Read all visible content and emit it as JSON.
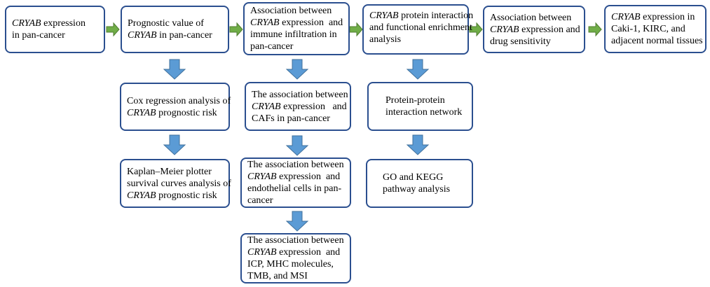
{
  "colors": {
    "box_border": "#2b4f8f",
    "arrow_down": "#5b9bd5",
    "arrow_down_stroke": "#41719c",
    "arrow_right": "#70ad47",
    "arrow_right_stroke": "#507e32"
  },
  "nodes": {
    "expr_pancancer": {
      "lines": [
        [
          {
            "t": "CRYAB",
            "i": true
          },
          {
            "t": " expression"
          }
        ],
        [
          {
            "t": "in pan-cancer"
          }
        ]
      ]
    },
    "prognostic_value": {
      "lines": [
        [
          {
            "t": "Prognostic value of"
          }
        ],
        [
          {
            "t": "CRYAB",
            "i": true
          },
          {
            "t": " in pan-cancer"
          }
        ]
      ]
    },
    "immune_infiltration": {
      "lines": [
        [
          {
            "t": "Association between"
          }
        ],
        [
          {
            "t": "CRYAB",
            "i": true
          },
          {
            "t": " expression  and"
          }
        ],
        [
          {
            "t": "immune infiltration in"
          }
        ],
        [
          {
            "t": "pan-cancer"
          }
        ]
      ]
    },
    "protein_interaction": {
      "lines": [
        [
          {
            "t": "CRYAB",
            "i": true
          },
          {
            "t": " protein interaction"
          }
        ],
        [
          {
            "t": "and functional enrichment"
          }
        ],
        [
          {
            "t": "analysis"
          }
        ]
      ]
    },
    "drug_sensitivity": {
      "lines": [
        [
          {
            "t": "Association between"
          }
        ],
        [
          {
            "t": "CRYAB",
            "i": true
          },
          {
            "t": " expression and"
          }
        ],
        [
          {
            "t": "drug sensitivity"
          }
        ]
      ]
    },
    "caki_kirc": {
      "lines": [
        [
          {
            "t": "CRYAB",
            "i": true
          },
          {
            "t": " expression in"
          }
        ],
        [
          {
            "t": "Caki-1, KIRC, and"
          }
        ],
        [
          {
            "t": "adjacent normal tissues"
          }
        ]
      ]
    },
    "cox_regression": {
      "lines": [
        [
          {
            "t": "Cox regression analysis of"
          }
        ],
        [
          {
            "t": "CRYAB",
            "i": true
          },
          {
            "t": " prognostic risk"
          }
        ]
      ]
    },
    "kaplan_meier": {
      "lines": [
        [
          {
            "t": "Kaplan–Meier plotter"
          }
        ],
        [
          {
            "t": "survival curves analysis of"
          }
        ],
        [
          {
            "t": "CRYAB",
            "i": true
          },
          {
            "t": " prognostic risk"
          }
        ]
      ]
    },
    "cafs": {
      "lines": [
        [
          {
            "t": "The association between"
          }
        ],
        [
          {
            "t": "CRYAB",
            "i": true
          },
          {
            "t": " expression   and"
          }
        ],
        [
          {
            "t": "CAFs in pan-cancer"
          }
        ]
      ]
    },
    "endothelial": {
      "lines": [
        [
          {
            "t": "The association between"
          }
        ],
        [
          {
            "t": "CRYAB",
            "i": true
          },
          {
            "t": " expression  and"
          }
        ],
        [
          {
            "t": "endothelial cells in pan-"
          }
        ],
        [
          {
            "t": "cancer"
          }
        ]
      ]
    },
    "icp_mhc": {
      "lines": [
        [
          {
            "t": "The association between"
          }
        ],
        [
          {
            "t": "CRYAB",
            "i": true
          },
          {
            "t": " expression  and"
          }
        ],
        [
          {
            "t": "ICP, MHC molecules,"
          }
        ],
        [
          {
            "t": "TMB, and MSI"
          }
        ]
      ]
    },
    "ppi_network": {
      "lines": [
        [
          {
            "t": "Protein-protein"
          }
        ],
        [
          {
            "t": "interaction network"
          }
        ]
      ]
    },
    "go_kegg": {
      "lines": [
        [
          {
            "t": "GO and KEGG"
          }
        ],
        [
          {
            "t": "pathway analysis"
          }
        ]
      ]
    }
  }
}
